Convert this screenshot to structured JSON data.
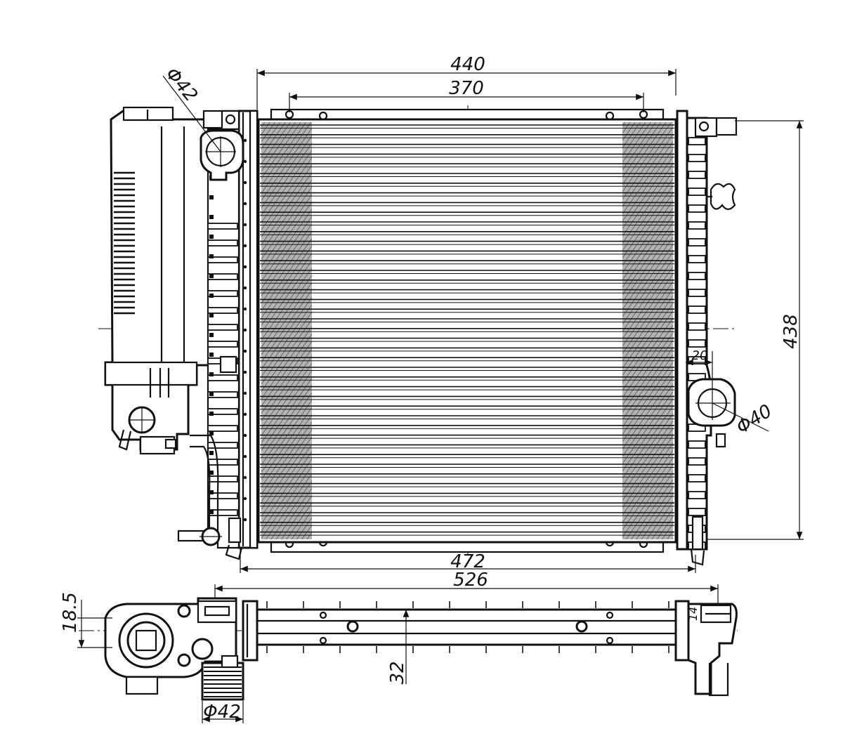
{
  "dimensions": {
    "top_overall_width": "440",
    "top_mount_spacing": "370",
    "right_height": "438",
    "bottom_core_width": "472",
    "bottom_overall_width": "526",
    "inlet_diameter": "Φ42",
    "outlet_diameter": "Φ40",
    "side_offset": "20",
    "side_depth": "32",
    "side_height": "18.5",
    "side_inlet_diameter": "Φ42",
    "side_small": "14"
  },
  "colors": {
    "line": "#111111",
    "fin_shade": "#6e6e6e",
    "background": "#ffffff"
  }
}
